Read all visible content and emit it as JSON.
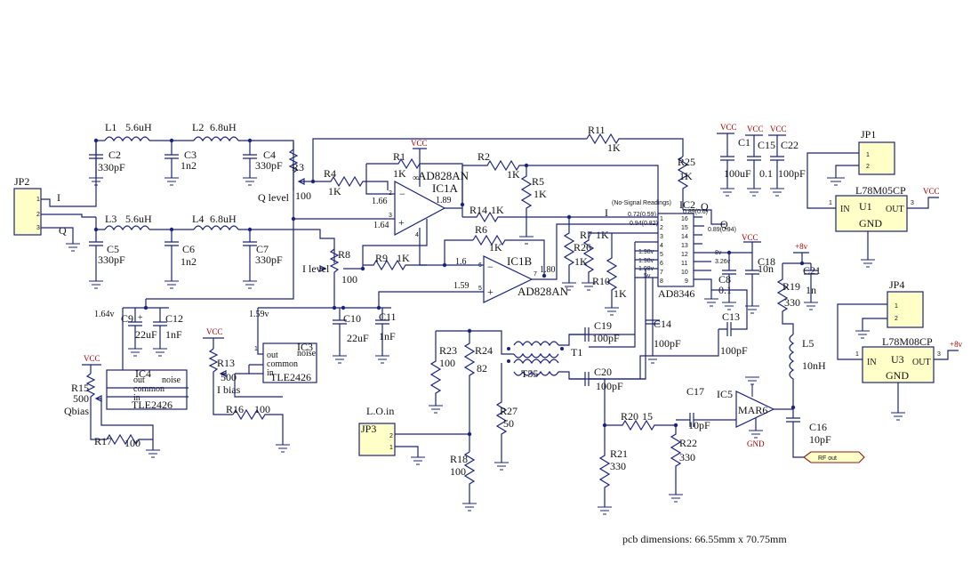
{
  "connectors": {
    "jp2": {
      "name": "JP2",
      "pins": [
        "1",
        "2",
        "3"
      ],
      "sig_i": "I",
      "sig_q": "Q"
    },
    "jp3": {
      "name": "JP3",
      "title": "L.O.in",
      "pins": [
        "2",
        "1"
      ]
    },
    "jp1": {
      "name": "JP1",
      "pins": [
        "1",
        "2"
      ]
    },
    "jp4": {
      "name": "JP4",
      "pins": [
        "1",
        "2"
      ]
    }
  },
  "inductors": {
    "l1": {
      "ref": "L1",
      "value": "5.6uH"
    },
    "l2": {
      "ref": "L2",
      "value": "6.8uH"
    },
    "l3": {
      "ref": "L3",
      "value": "5.6uH"
    },
    "l4": {
      "ref": "L4",
      "value": "6.8uH"
    },
    "l5": {
      "ref": "L5",
      "value": "10nH"
    }
  },
  "capacitors": {
    "c2": {
      "ref": "C2",
      "value": "330pF"
    },
    "c3": {
      "ref": "C3",
      "value": "1n2"
    },
    "c4": {
      "ref": "C4",
      "value": "330pF"
    },
    "c5": {
      "ref": "C5",
      "value": "330pF"
    },
    "c6": {
      "ref": "C6",
      "value": "1n2"
    },
    "c7": {
      "ref": "C7",
      "value": "330pF"
    },
    "c1": {
      "ref": "C1",
      "value": "100uF"
    },
    "c15": {
      "ref": "C15",
      "value": "0.1"
    },
    "c22": {
      "ref": "C22",
      "value": "100pF"
    },
    "c9": {
      "ref": "C9",
      "value": "22uF"
    },
    "c12": {
      "ref": "C12",
      "value": "1nF"
    },
    "c10": {
      "ref": "C10",
      "value": "22uF"
    },
    "c11": {
      "ref": "C11",
      "value": "1nF"
    },
    "c19": {
      "ref": "C19",
      "value": "100pF"
    },
    "c20": {
      "ref": "C20",
      "value": "100pF"
    },
    "c14": {
      "ref": "C14",
      "value": "100pF"
    },
    "c13": {
      "ref": "C13",
      "value": "100pF"
    },
    "c8": {
      "ref": "C8",
      "value": "0.1"
    },
    "c18": {
      "ref": "C18",
      "value": "10n"
    },
    "c21": {
      "ref": "C21",
      "value": "1n"
    },
    "c17": {
      "ref": "C17",
      "value": "10pF"
    },
    "c16": {
      "ref": "C16",
      "value": "10pF"
    }
  },
  "resistors": {
    "r1": {
      "ref": "R1",
      "value": "1K"
    },
    "r2": {
      "ref": "R2",
      "value": "1K"
    },
    "r3": {
      "ref": "R3",
      "value": "100",
      "note": "Q level"
    },
    "r4": {
      "ref": "R4",
      "value": "1K"
    },
    "r5": {
      "ref": "R5",
      "value": "1K"
    },
    "r6": {
      "ref": "R6",
      "value": "1K"
    },
    "r7": {
      "ref": "R7",
      "value": "1K"
    },
    "r8": {
      "ref": "R8",
      "value": "100",
      "note": "I level"
    },
    "r9": {
      "ref": "R9",
      "value": "1K"
    },
    "r10": {
      "ref": "R10",
      "value": "1K"
    },
    "r11": {
      "ref": "R11",
      "value": "1K"
    },
    "r13": {
      "ref": "R13",
      "value": "500",
      "note": "I bias"
    },
    "r14": {
      "ref": "R14",
      "value": "1K"
    },
    "r15": {
      "ref": "R15",
      "value": "500",
      "note": "Qbias"
    },
    "r16": {
      "ref": "R16",
      "value": "100"
    },
    "r17": {
      "ref": "R17",
      "value": "100"
    },
    "r18": {
      "ref": "R18",
      "value": "100"
    },
    "r19": {
      "ref": "R19",
      "value": "330"
    },
    "r20": {
      "ref": "R20",
      "value": "15"
    },
    "r21": {
      "ref": "R21",
      "value": "330"
    },
    "r22": {
      "ref": "R22",
      "value": "330"
    },
    "r23": {
      "ref": "R23",
      "value": "100"
    },
    "r24": {
      "ref": "R24",
      "value": "82"
    },
    "r25": {
      "ref": "R25",
      "value": "1K"
    },
    "r26": {
      "ref": "R26",
      "value": "1K"
    },
    "r27": {
      "ref": "R27",
      "value": "50"
    }
  },
  "ics": {
    "ic1a": {
      "ref": "IC1A",
      "part": "AD828AN"
    },
    "ic1b": {
      "ref": "IC1B",
      "part": "AD828AN"
    },
    "ic2": {
      "ref": "IC2",
      "part": "AD8346",
      "note": "(No-Signal Readings)",
      "pins_left": [
        "1",
        "2",
        "3",
        "4",
        "5",
        "6",
        "7",
        "8"
      ],
      "pins_right": [
        "16",
        "15",
        "14",
        "13",
        "12",
        "11",
        "10",
        "9"
      ]
    },
    "ic3": {
      "ref": "IC3",
      "part": "TLE2426",
      "out": "out",
      "common": "common",
      "in": "in",
      "noise": "noise",
      "pin": "1"
    },
    "ic4": {
      "ref": "IC4",
      "part": "TLE2426",
      "out": "out",
      "common": "common",
      "in": "in",
      "noise": "noise"
    },
    "ic5": {
      "ref": "IC5",
      "part": "MAR6",
      "gnd": "GND"
    },
    "u1": {
      "ref": "U1",
      "part": "L78M05CP",
      "in": "IN",
      "out": "OUT",
      "gnd": "GND",
      "pin_in": "1",
      "pin_out": "3"
    },
    "u3": {
      "ref": "U3",
      "part": "L78M08CP",
      "in": "IN",
      "out": "OUT",
      "gnd": "GND",
      "pin_in": "1",
      "pin_out": "3"
    }
  },
  "transformers": {
    "t1": {
      "ref": "T1"
    },
    "t55": {
      "ref": "T55"
    }
  },
  "rails": {
    "vcc": "VCC",
    "plus8": "+8v",
    "gnd": "GND"
  },
  "readings": {
    "v_1_89": "1.89",
    "v_1_66": "1.66",
    "v_1_64": "1.64",
    "v_1_6": "1.6",
    "v_1_59": "1.59",
    "v_1_59v": "1.59v",
    "v_1_80": "1.80",
    "v_1_64v": "1.64v",
    "ic2_p1": "0.72(0.59)",
    "ic2_p2": "0.94(0.82)",
    "ic2_p16": "0.89(0.6)",
    "ic2_q": "0.89(0.94)",
    "ic2_p4": "1.98v",
    "ic2_p5": "1.98v",
    "ic2_p6": "1.98v",
    "ic2_5v": "5v",
    "ic2_8v": "8v",
    "ic2_326": "3.26v",
    "ic2_5v_left": "5v"
  },
  "signals": {
    "i": "I",
    "q": "Q",
    "rf_out": "RF out",
    "infinity": "∞"
  },
  "footer": {
    "pcb_dimensions": "pcb dimensions: 66.55mm x 70.75mm"
  }
}
